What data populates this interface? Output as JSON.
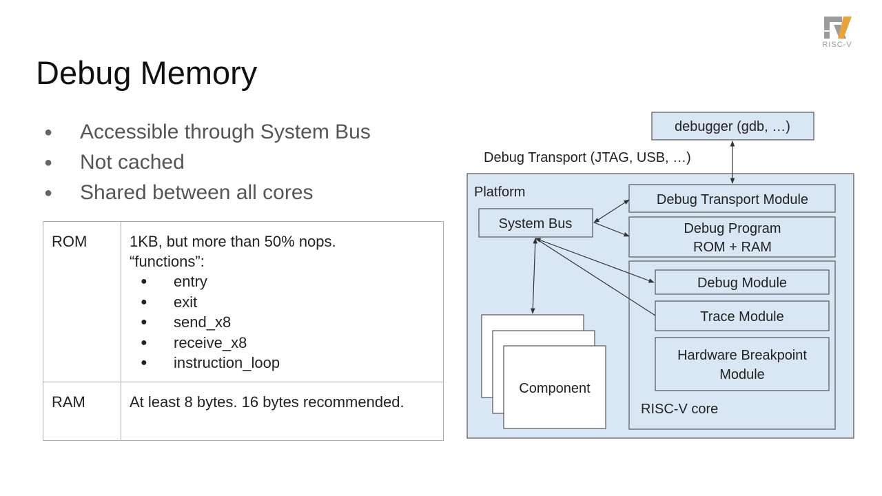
{
  "logo": {
    "text": "RISC-V"
  },
  "slide": {
    "title": "Debug Memory",
    "bullets": [
      "Accessible through System Bus",
      "Not cached",
      "Shared between all cores"
    ]
  },
  "table": {
    "rom": {
      "key": "ROM",
      "line1": "1KB, but more than 50% nops.",
      "line2": "“functions”:",
      "functions": [
        "entry",
        "exit",
        "send_x8",
        "receive_x8",
        "instruction_loop"
      ]
    },
    "ram": {
      "key": "RAM",
      "value": "At least 8 bytes. 16 bytes recommended."
    }
  },
  "diagram": {
    "debugger": "debugger (gdb, …)",
    "transport": "Debug Transport (JTAG, USB, …)",
    "platform": "Platform",
    "system_bus": "System Bus",
    "debug_transport_module": "Debug Transport Module",
    "debug_program_line1": "Debug Program",
    "debug_program_line2": "ROM + RAM",
    "debug_module": "Debug Module",
    "trace_module": "Trace Module",
    "hw_breakpoint_line1": "Hardware Breakpoint",
    "hw_breakpoint_line2": "Module",
    "riscv_core": "RISC-V core",
    "component": "Component"
  },
  "colors": {
    "platform_fill": "#d9e7f5",
    "box_stroke": "#555555",
    "bullet_text": "#555555"
  }
}
